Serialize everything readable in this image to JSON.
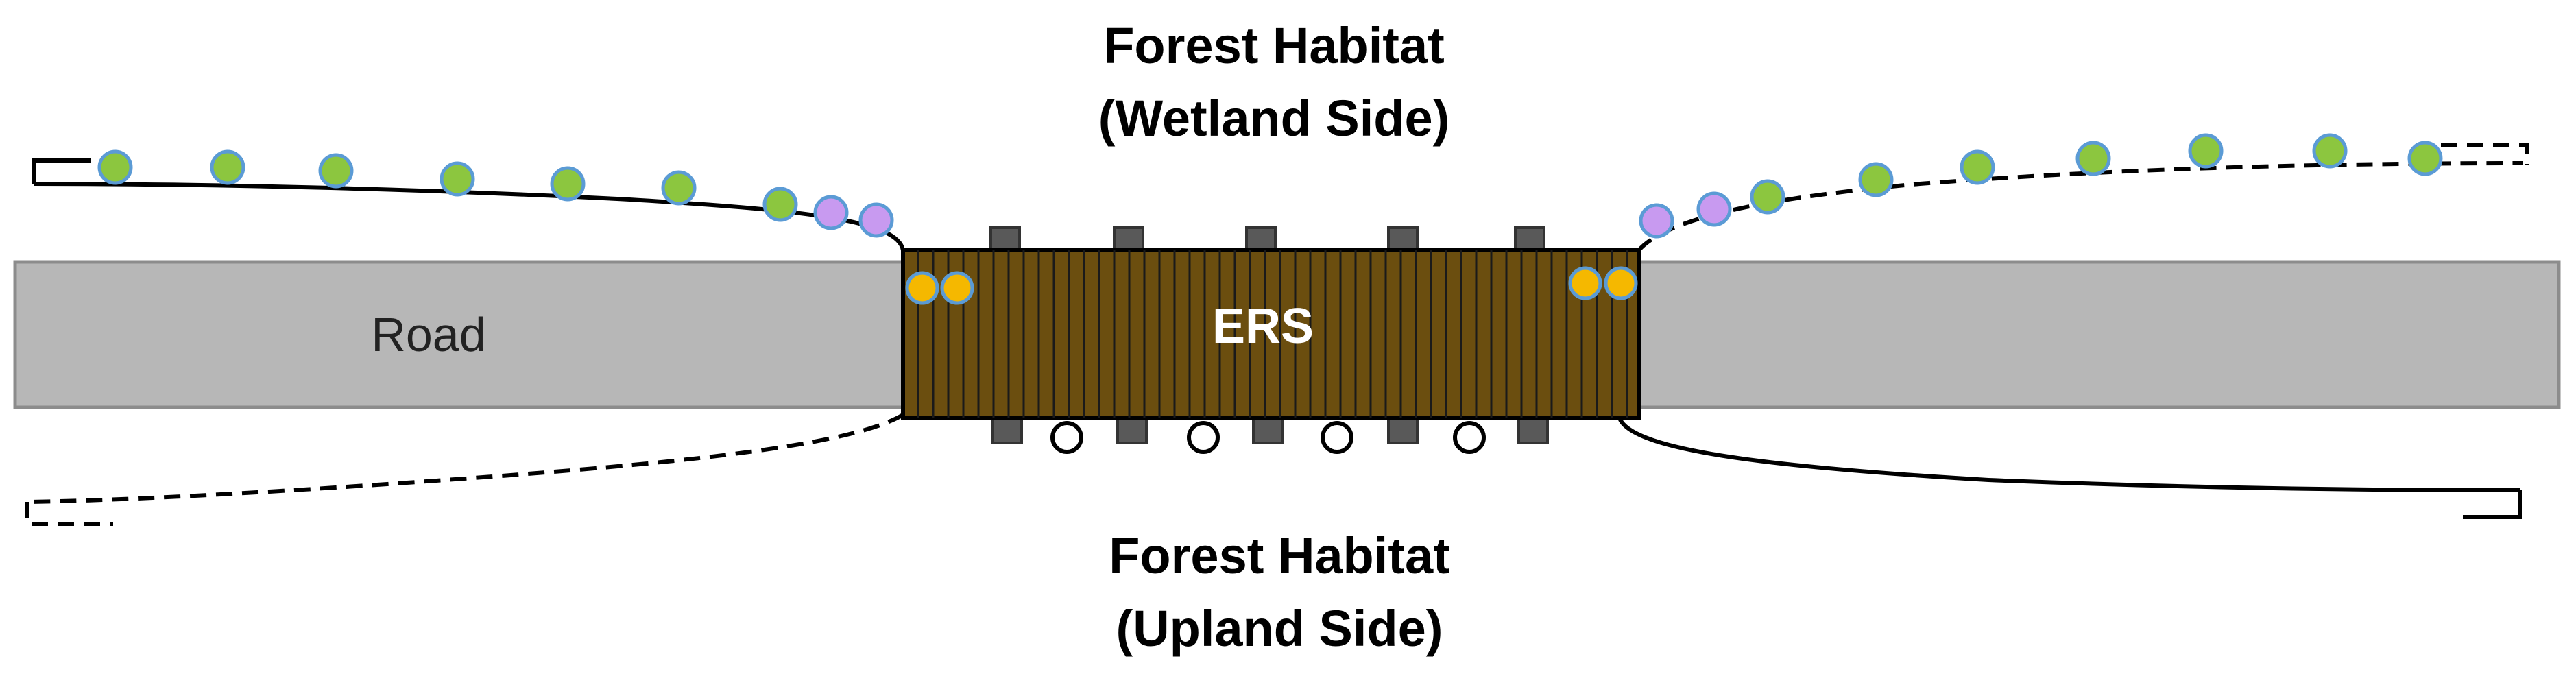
{
  "labels": {
    "top_line1": "Forest Habitat",
    "top_line2": "(Wetland Side)",
    "bottom_line1": "Forest Habitat",
    "bottom_line2": "(Upland Side)",
    "road": "Road",
    "ers": "ERS"
  },
  "colors": {
    "road_fill": "#b7b7b7",
    "road_stroke": "#8c8c8c",
    "ers_fill": "#6b4e0f",
    "ers_slat": "#1a1a1a",
    "post_fill": "#595959",
    "green_dot": "#8cc63f",
    "purple_dot": "#c89af0",
    "orange_dot": "#f5b800",
    "dot_outline": "#5b9bd5",
    "open_circle": "#000000"
  }
}
